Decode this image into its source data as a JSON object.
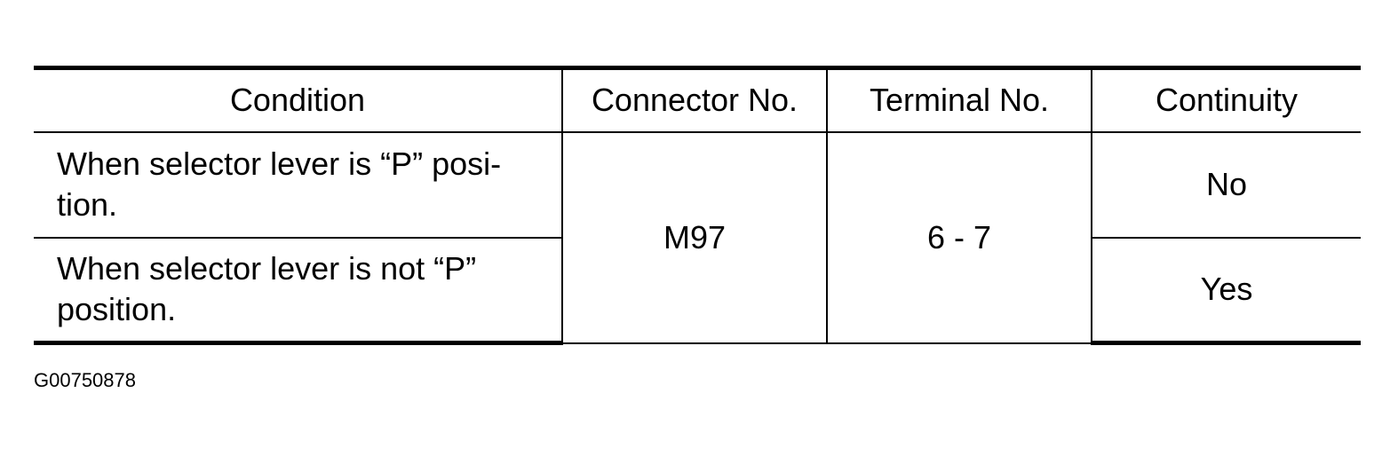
{
  "table": {
    "headers": [
      "Condition",
      "Connector No.",
      "Terminal No.",
      "Continuity"
    ],
    "rows": [
      {
        "condition": "When selector lever is “P” posi-tion.",
        "connector": "M97",
        "terminal": "6 - 7",
        "continuity": "No"
      },
      {
        "condition": "When selector lever is not “P” position.",
        "continuity": "Yes"
      }
    ]
  },
  "figure_id": "G00750878"
}
